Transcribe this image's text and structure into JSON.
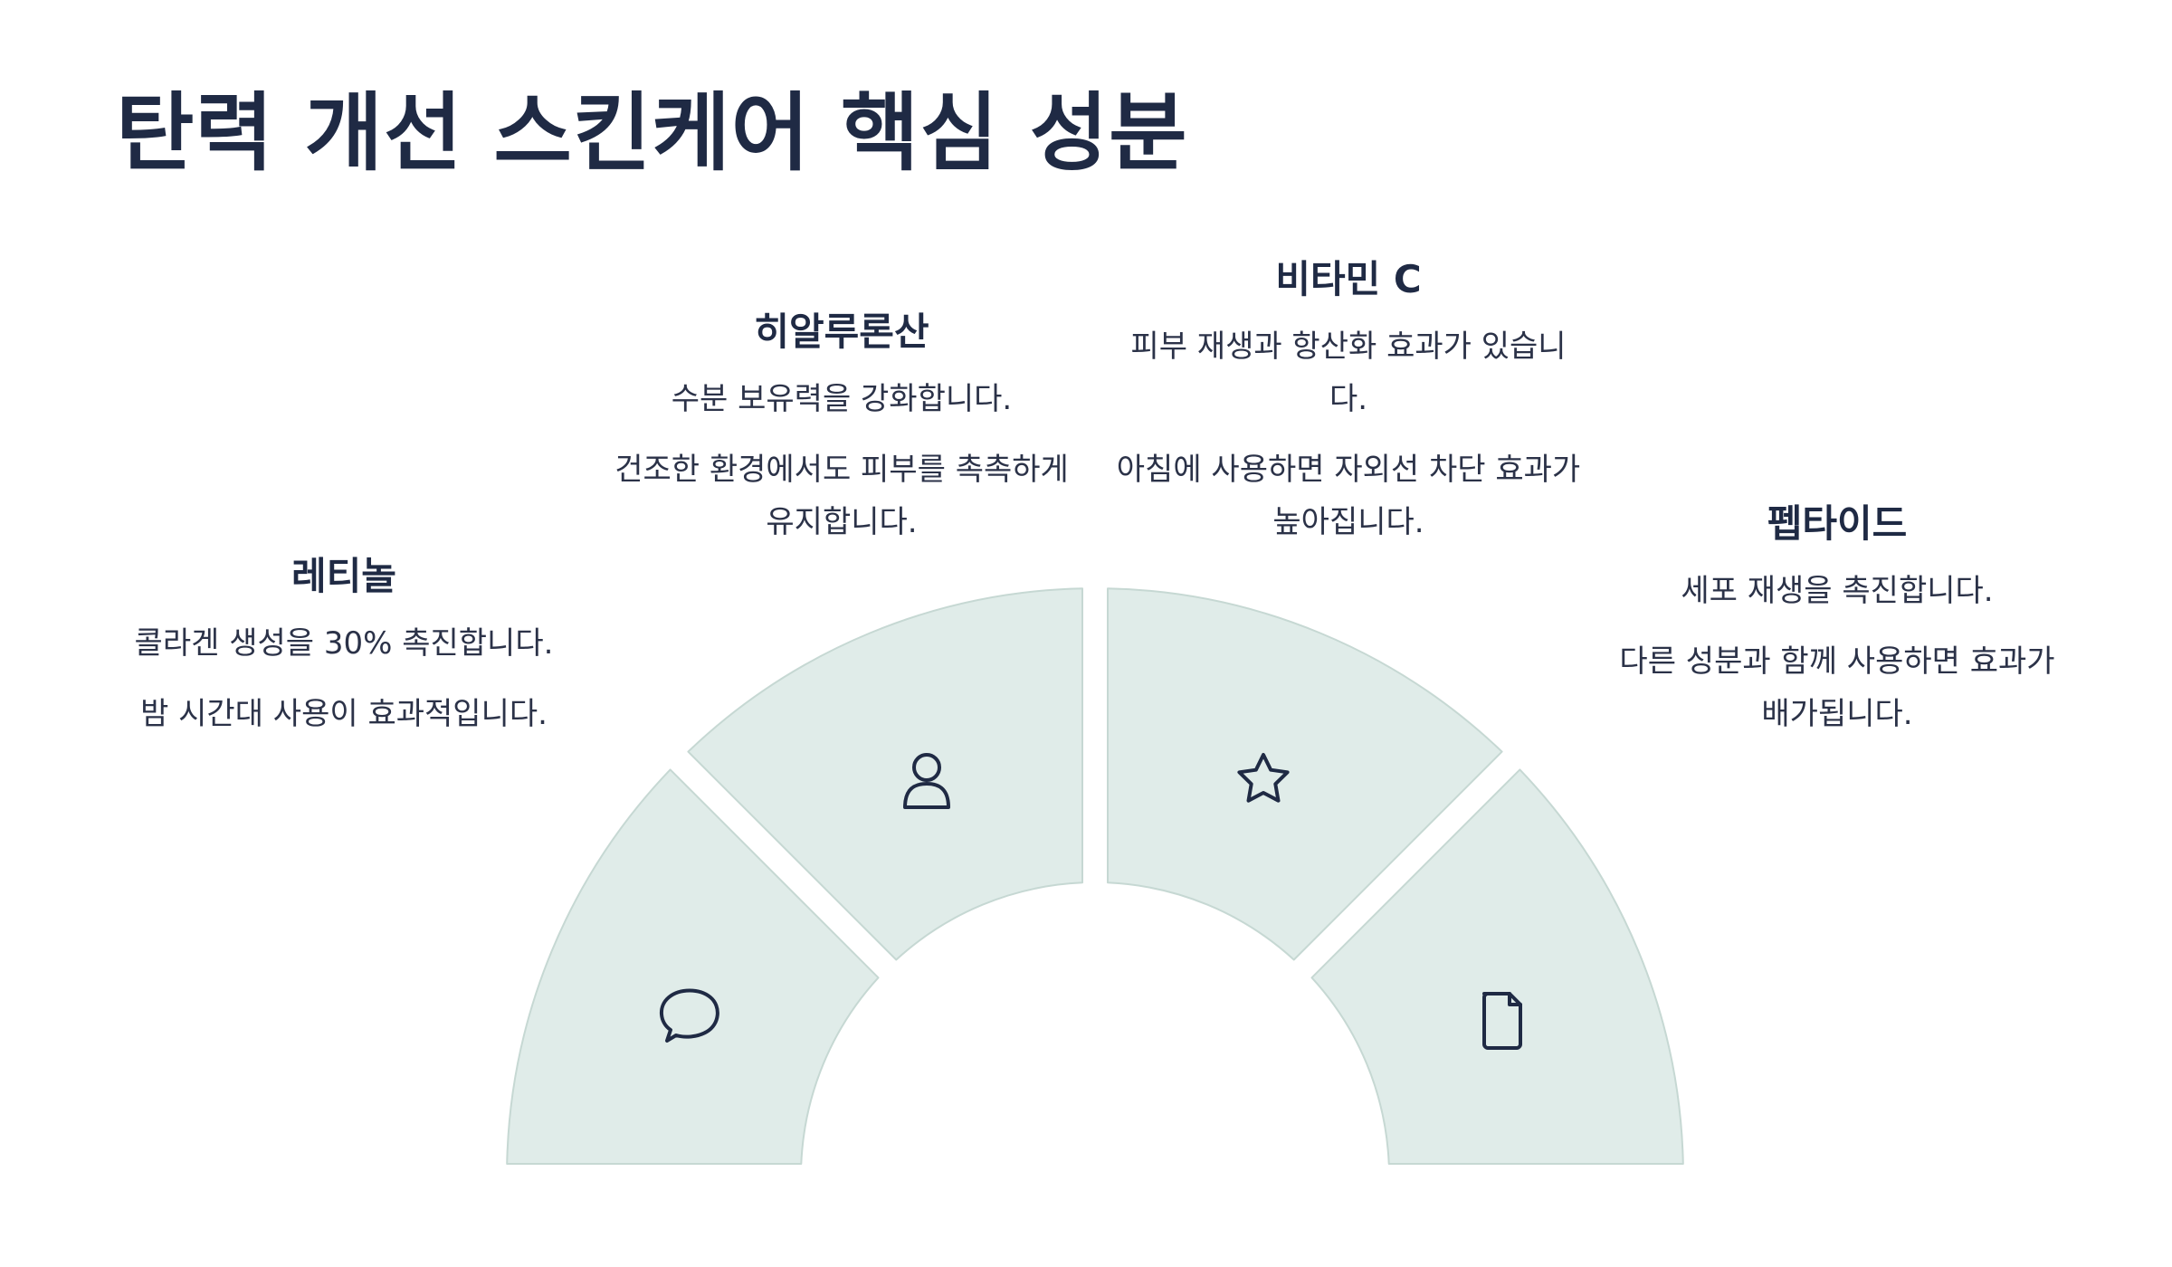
{
  "title": "탄력 개선 스킨케어 핵심 성분",
  "colors": {
    "text": "#1f2a44",
    "segment_fill": "#e0ece9",
    "segment_stroke": "#c6d8d3"
  },
  "ingredients": [
    {
      "name": "레티놀",
      "lines": [
        "콜라겐 생성을 30% 촉진합니다.",
        "밤 시간대 사용이 효과적입니다."
      ],
      "icon": "chat-bubble-icon"
    },
    {
      "name": "히알루론산",
      "lines": [
        "수분 보유력을 강화합니다.",
        "건조한 환경에서도 피부를 촉촉하게 유지합니다."
      ],
      "icon": "person-icon"
    },
    {
      "name": "비타민 C",
      "lines": [
        "피부 재생과 항산화 효과가 있습니다.",
        "아침에 사용하면 자외선 차단 효과가 높아집니다."
      ],
      "icon": "star-icon"
    },
    {
      "name": "펩타이드",
      "lines": [
        "세포 재생을 촉진합니다.",
        "다른 성분과 함께 사용하면 효과가 배가됩니다."
      ],
      "icon": "document-icon"
    }
  ]
}
